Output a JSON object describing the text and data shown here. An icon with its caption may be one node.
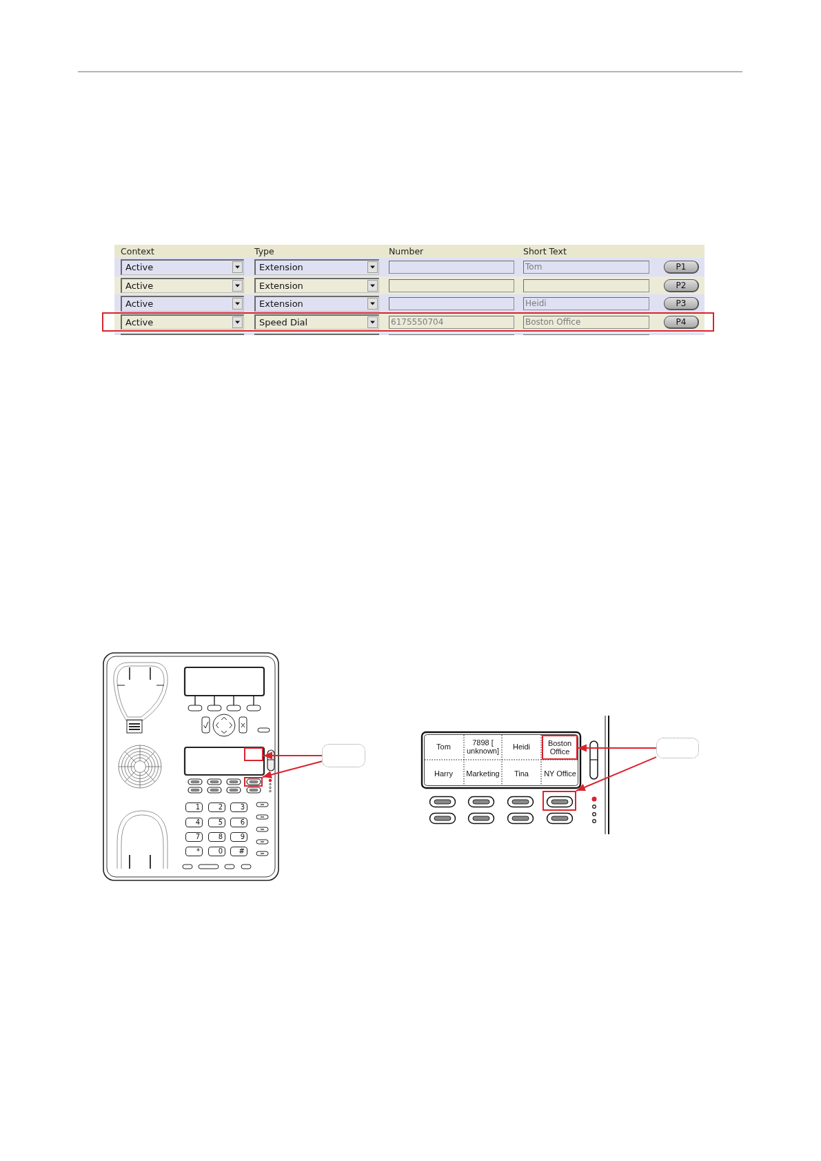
{
  "diagram": {
    "nodes": [
      {
        "text": [],
        "shape": "box"
      },
      {
        "text": [],
        "shape": "box"
      },
      {
        "text": [],
        "shape": "box"
      },
      {
        "text": [],
        "shape": "box"
      },
      {
        "text": [
          "Boston Office"
        ]
      },
      {
        "text": [],
        "shape": "box"
      }
    ],
    "edges": [
      {
        "from": 0,
        "to": 1,
        "arrow": "to"
      },
      {
        "from": 0,
        "to": 2,
        "arrow": "to"
      },
      {
        "from": 3,
        "to": 4,
        "arrow": "to"
      },
      {
        "from": 3,
        "to": 5,
        "arrow": "to"
      }
    ],
    "labels": [
      "Context",
      "Type",
      "Number",
      "Short Text",
      "Active",
      "Extension",
      "Tom",
      "P1",
      "Active",
      "Extension",
      "P2",
      "Active",
      "Extension",
      "Heidi",
      "P3",
      "Active",
      "Speed Dial",
      "6175550704",
      "Boston Office",
      "P4",
      "1",
      "2",
      "3",
      "4",
      "5",
      "6",
      "7",
      "8",
      "9",
      "*",
      "0",
      "#",
      "Tom",
      "7898 [ unknown]",
      "Heidi",
      "Harry",
      "Marketing",
      "Tina",
      "NY Office"
    ]
  }
}
